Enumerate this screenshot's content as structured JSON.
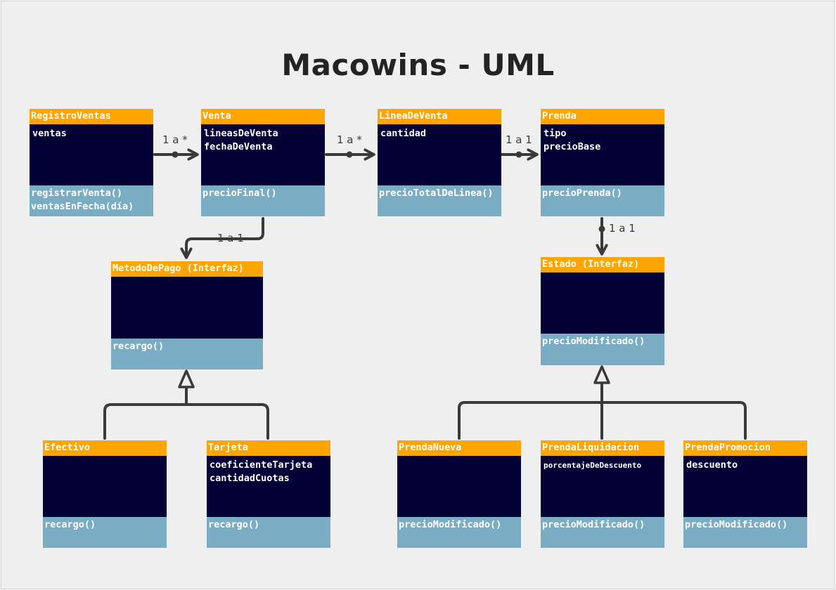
{
  "title": "Macowins - UML",
  "colors": {
    "header": "#ffa500",
    "attributes": "#020035",
    "methods": "#7aadc4",
    "connector": "#3a3a3a",
    "background": "#efefef"
  },
  "classes": {
    "registro_ventas": {
      "name": "RegistroVentas",
      "attributes": [
        "ventas"
      ],
      "methods": [
        "registrarVenta()",
        "ventasEnFecha(día)"
      ]
    },
    "venta": {
      "name": "Venta",
      "attributes": [
        "lineasDeVenta",
        "fechaDeVenta"
      ],
      "methods": [
        "precioFinal()"
      ]
    },
    "linea_de_venta": {
      "name": "LineaDeVenta",
      "attributes": [
        "cantidad"
      ],
      "methods": [
        "precioTotalDeLinea()"
      ]
    },
    "prenda": {
      "name": "Prenda",
      "attributes": [
        "tipo",
        "precioBase"
      ],
      "methods": [
        "precioPrenda()"
      ]
    },
    "metodo_de_pago": {
      "name": "MetodoDePago (Interfaz)",
      "attributes": [],
      "methods": [
        "recargo()"
      ]
    },
    "estado": {
      "name": "Estado (Interfaz)",
      "attributes": [],
      "methods": [
        "precioModificado()"
      ]
    },
    "efectivo": {
      "name": "Efectivo",
      "attributes": [],
      "methods": [
        "recargo()"
      ]
    },
    "tarjeta": {
      "name": "Tarjeta",
      "attributes": [
        "coeficienteTarjeta",
        "cantidadCuotas"
      ],
      "methods": [
        "recargo()"
      ]
    },
    "prenda_nueva": {
      "name": "PrendaNueva",
      "attributes": [],
      "methods": [
        "precioModificado()"
      ]
    },
    "prenda_liquidacion": {
      "name": "PrendaLiquidacion",
      "attributes": [
        "porcentajeDeDescuento"
      ],
      "methods": [
        "precioModificado()"
      ]
    },
    "prenda_promocion": {
      "name": "PrendaPromocion",
      "attributes": [
        "descuento"
      ],
      "methods": [
        "precioModificado()"
      ]
    }
  },
  "relations": {
    "registro_venta": "1 a *",
    "venta_linea": "1 a *",
    "linea_prenda": "1 a 1",
    "venta_metodo": "1 a 1",
    "prenda_estado": "1 a 1"
  }
}
